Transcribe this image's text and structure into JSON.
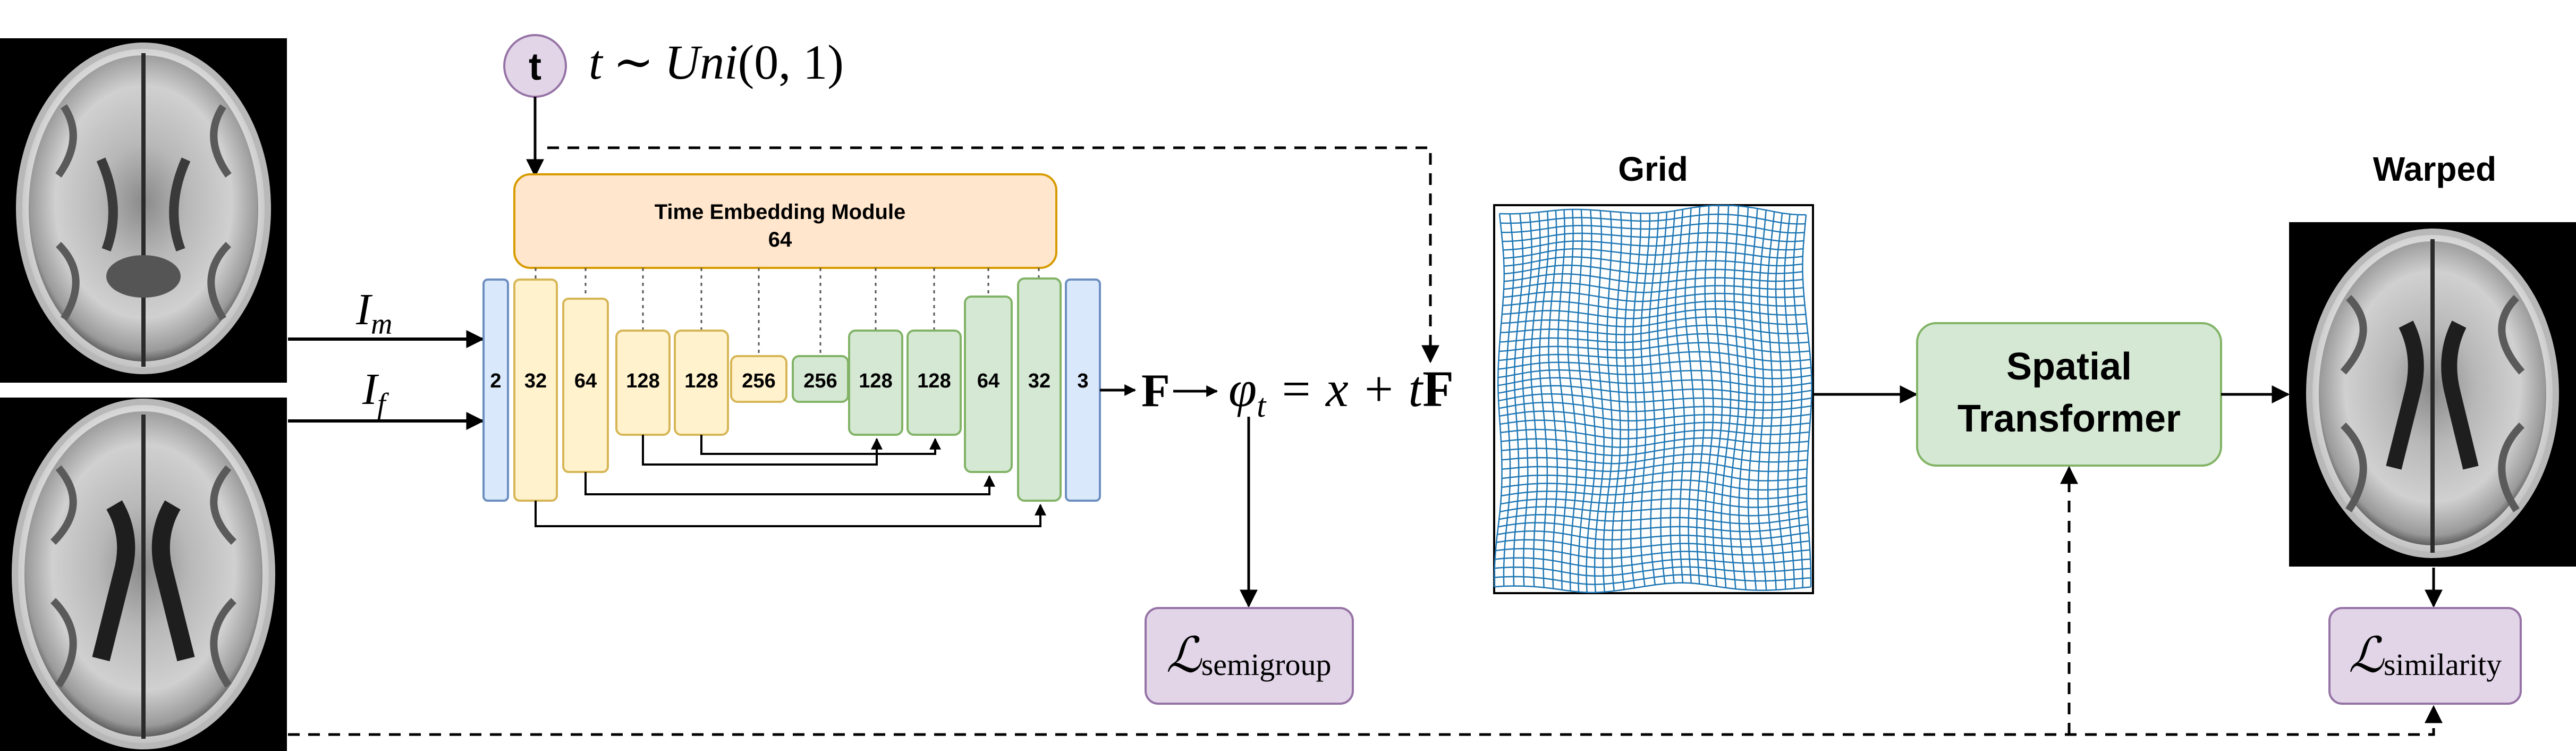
{
  "diagram": {
    "t_node": {
      "label": "t"
    },
    "t_dist": {
      "t": "t",
      "sim": "∼",
      "uni": "Uni",
      "args": "(0, 1)"
    },
    "inputs": {
      "moving": {
        "base": "I",
        "sub": "m"
      },
      "fixed": {
        "base": "I",
        "sub": "f"
      }
    },
    "time_embedding": {
      "title": "Time Embedding Module",
      "dim": "64"
    },
    "unet_blocks": [
      {
        "label": "2",
        "role": "input"
      },
      {
        "label": "32",
        "role": "encoder"
      },
      {
        "label": "64",
        "role": "encoder"
      },
      {
        "label": "128",
        "role": "encoder"
      },
      {
        "label": "128",
        "role": "encoder"
      },
      {
        "label": "256",
        "role": "encoder"
      },
      {
        "label": "256",
        "role": "decoder"
      },
      {
        "label": "128",
        "role": "decoder"
      },
      {
        "label": "128",
        "role": "decoder"
      },
      {
        "label": "64",
        "role": "decoder"
      },
      {
        "label": "32",
        "role": "decoder"
      },
      {
        "label": "3",
        "role": "output"
      }
    ],
    "flow": {
      "F": "F"
    },
    "phi_eq": {
      "phi": "φ",
      "sub": "t",
      "eq": " = x + ",
      "t": "t",
      "F": "F"
    },
    "semigroup_loss": {
      "L": "ℒ",
      "sub": "semigroup"
    },
    "grid": {
      "title": "Grid"
    },
    "spatial_transformer": {
      "line1": "Spatial",
      "line2": "Transformer"
    },
    "warped": {
      "title": "Warped"
    },
    "similarity_loss": {
      "L": "ℒ",
      "sub": "similarity"
    },
    "colors": {
      "input_block_fill": "#dae8fc",
      "input_block_stroke": "#6c8ebf",
      "encoder_fill": "#fff2cc",
      "encoder_stroke": "#d6b656",
      "decoder_fill": "#d5e8d4",
      "decoder_stroke": "#82b366",
      "embedding_fill": "#ffe6cc",
      "embedding_stroke": "#d79b00",
      "loss_fill": "#e1d5e7",
      "loss_stroke": "#9673a6",
      "grid_line": "#1f77b4"
    }
  }
}
